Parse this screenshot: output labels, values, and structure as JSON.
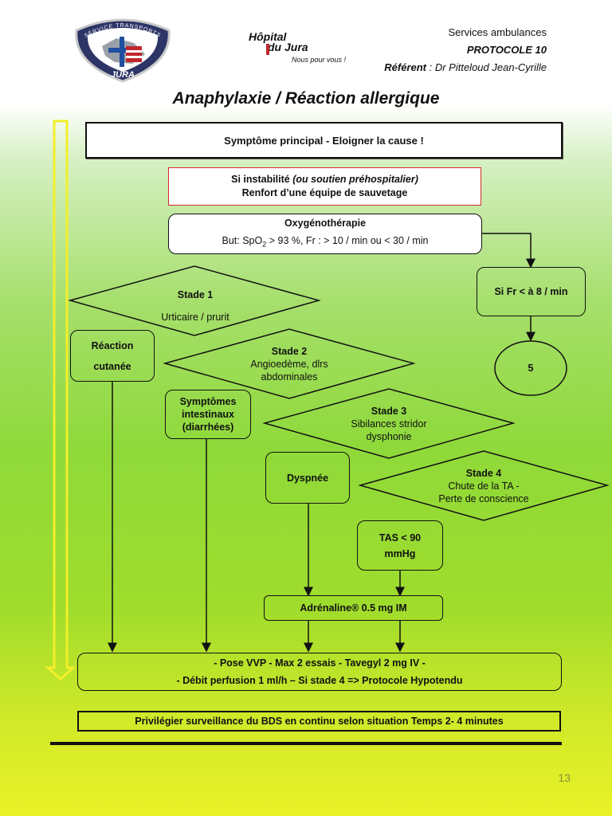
{
  "header": {
    "logo_left_text_top": "SERVICE TRANSPORTS",
    "logo_left_text_bottom": "JURA",
    "logo_hospital_line1": "Hôpital",
    "logo_hospital_line2": "du Jura",
    "logo_hospital_tagline": "Nous pour vous !",
    "service": "Services ambulances",
    "protocol": "PROTOCOLE  10",
    "referent_label": "Référent",
    "referent_name": " : Dr Pitteloud Jean-Cyrille"
  },
  "title": "Anaphylaxie / Réaction allergique",
  "nodes": {
    "main_symptom": "Symptôme principal - Eloigner la cause !",
    "instability_line1_a": "Si instabilité ",
    "instability_line1_b": "(ou soutien préhospitalier)",
    "instability_line2": "Renfort d’une équipe de sauvetage",
    "oxygen_title": "Oxygénothérapie",
    "oxygen_goal_a": "But: SpO",
    "oxygen_goal_sub": "2",
    "oxygen_goal_b": " > 93 %, Fr : > 10 / min ou < 30 / min",
    "fr_check": "Si Fr < à 8 / min",
    "ref_5": "5",
    "stage1_title": "Stade 1",
    "stage1_desc": "Urticaire / prurit",
    "skin_reaction_1": "Réaction",
    "skin_reaction_2": "cutanée",
    "stage2_title": "Stade 2",
    "stage2_desc1": "Angioedème, dlrs",
    "stage2_desc2": "abdominales",
    "intestinal_1": "Symptômes",
    "intestinal_2": "intestinaux",
    "intestinal_3": "(diarrhées)",
    "stage3_title": "Stade 3",
    "stage3_desc1": "Sibilances stridor",
    "stage3_desc2": "dysphonie",
    "dyspnea": "Dyspnée",
    "stage4_title": "Stade 4",
    "stage4_desc1": "Chute de la TA -",
    "stage4_desc2": "Perte de conscience",
    "tas_1": "TAS < 90",
    "tas_2": "mmHg",
    "adrenaline": "Adrénaline® 0.5 mg IM",
    "vvp_line1": "- Pose VVP - Max 2 essais - Tavegyl 2 mg IV -",
    "vvp_line2": "- Débit perfusion 1 ml/h – Si stade 4 => Protocole Hypotendu",
    "monitoring": "Privilégier  surveillance du BDS en continu selon situation Temps  2- 4 minutes"
  },
  "page_number": "13"
}
